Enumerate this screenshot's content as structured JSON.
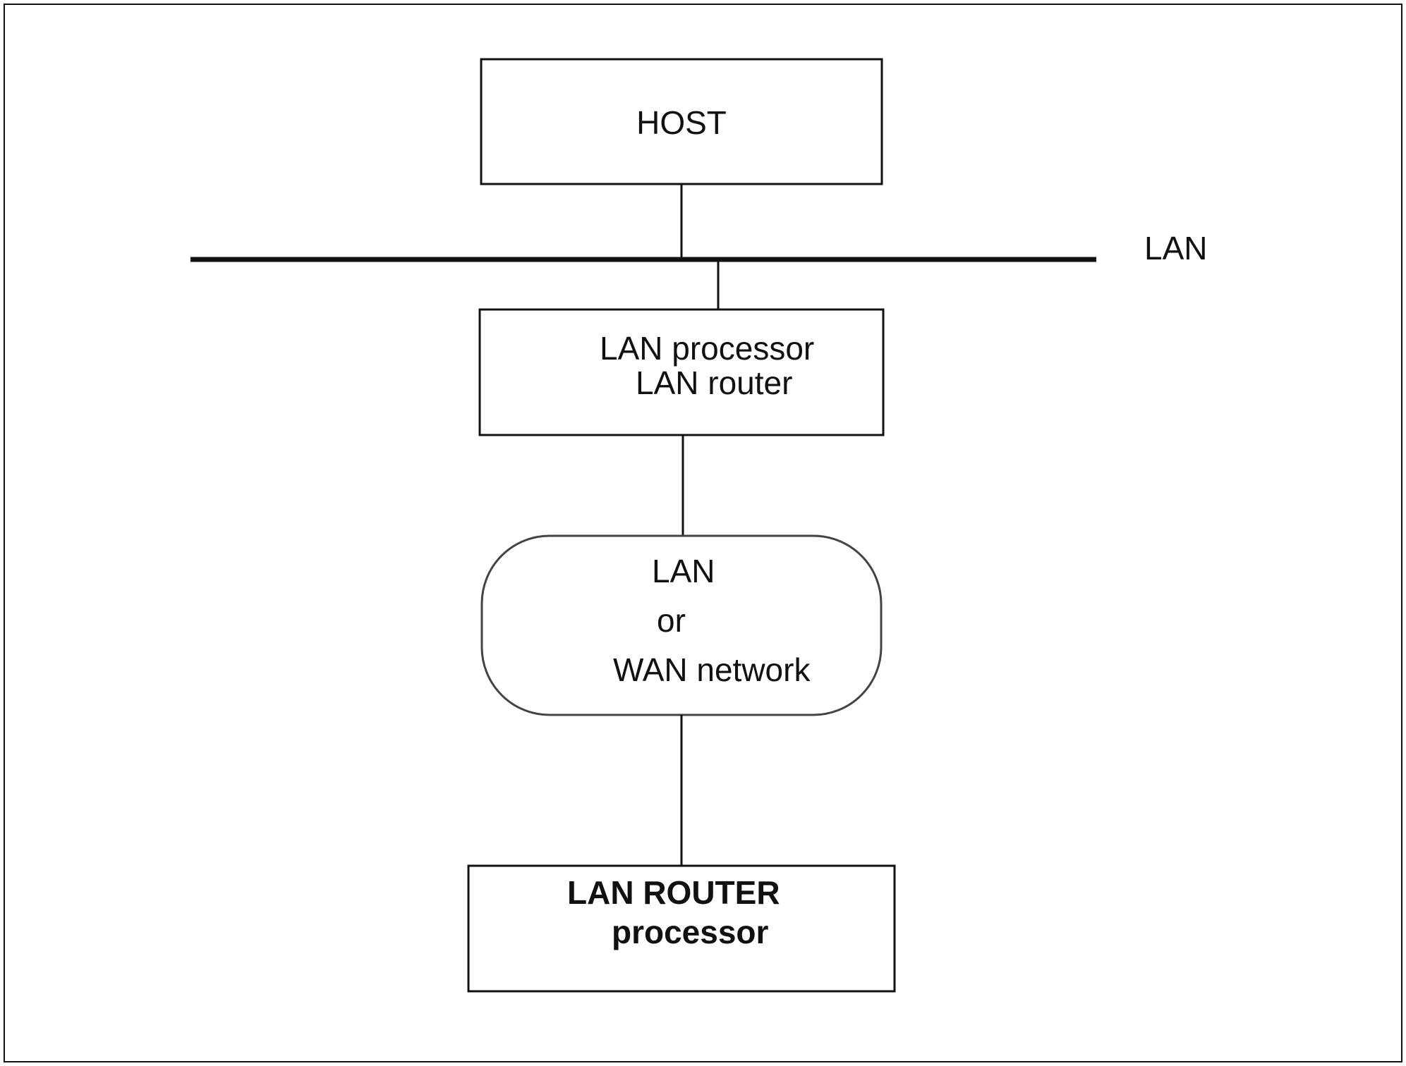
{
  "diagram": {
    "lan_label": "LAN",
    "host": {
      "label": "HOST"
    },
    "lan_processor": {
      "line1": "LAN processor",
      "line2": "LAN router"
    },
    "network": {
      "line1": "LAN",
      "line2": "or",
      "line3": "WAN network"
    },
    "lan_router_processor": {
      "line1": "LAN ROUTER",
      "line2": "processor"
    }
  },
  "colors": {
    "stroke": "#111111",
    "network_stroke": "#444444",
    "background": "#ffffff"
  }
}
